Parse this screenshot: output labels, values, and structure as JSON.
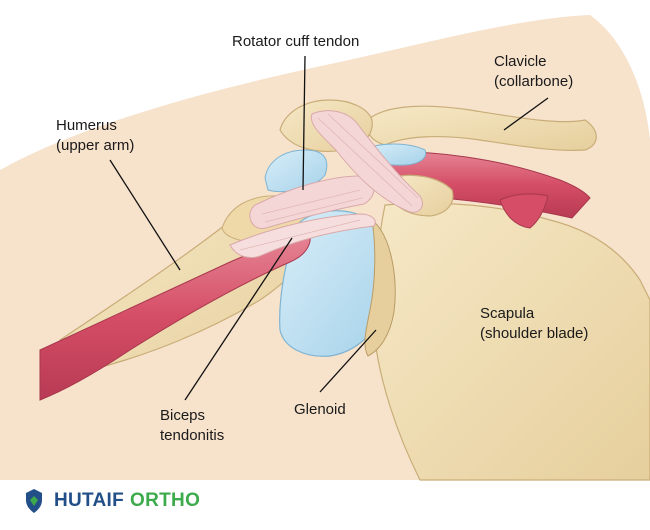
{
  "labels": {
    "rotator": {
      "text": "Rotator cuff tendon"
    },
    "clavicle": {
      "line1": "Clavicle",
      "line2": "(collarbone)"
    },
    "humerus": {
      "line1": "Humerus",
      "line2": "(upper arm)"
    },
    "scapula": {
      "line1": "Scapula",
      "line2": "(shoulder blade)"
    },
    "glenoid": {
      "text": "Glenoid"
    },
    "biceps": {
      "line1": "Biceps",
      "line2": "tendonitis"
    }
  },
  "brand": {
    "part1": "HUTAIF",
    "part2": "ORTHO"
  },
  "colors": {
    "skin": "#f7e2cc",
    "bone": "#f1dfb6",
    "bone_shade": "#d9c08c",
    "cartilage": "#b8dcef",
    "muscle": "#d54d66",
    "tendon": "#f6dede",
    "brand_blue": "#234f88",
    "brand_green": "#3daa4c"
  }
}
